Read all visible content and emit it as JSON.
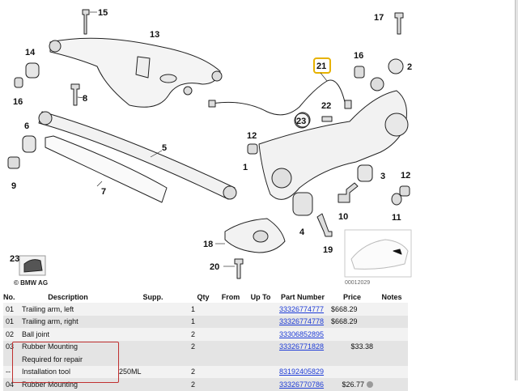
{
  "diagram": {
    "callouts": [
      "15",
      "13",
      "14",
      "16",
      "8",
      "6",
      "5",
      "7",
      "9",
      "17",
      "16",
      "2",
      "21",
      "22",
      "23",
      "12",
      "1",
      "3",
      "12",
      "10",
      "11",
      "4",
      "18",
      "19",
      "20",
      "23"
    ],
    "copyright": "© BMW AG",
    "figure_id": "00012029",
    "highlight_color": "#e7b200"
  },
  "table": {
    "headers": [
      "No.",
      "Description",
      "Supp.",
      "Qty",
      "From",
      "Up To",
      "Part Number",
      "Price",
      "Notes"
    ],
    "rows": [
      {
        "no": "01",
        "desc": "Trailing arm, left",
        "supp": "",
        "qty": "1",
        "from": "",
        "upto": "",
        "part": "33326774777",
        "price": "$668.29",
        "notes": ""
      },
      {
        "no": "01",
        "desc": "Trailing arm, right",
        "supp": "",
        "qty": "1",
        "from": "",
        "upto": "",
        "part": "33326774778",
        "price": "$668.29",
        "notes": ""
      },
      {
        "no": "02",
        "desc": "Ball joint",
        "supp": "",
        "qty": "2",
        "from": "",
        "upto": "",
        "part": "33306852895",
        "price": "",
        "notes": ""
      },
      {
        "no": "03",
        "desc": "Rubber Mounting",
        "supp": "",
        "qty": "2",
        "from": "",
        "upto": "",
        "part": "33326771828",
        "price": "$33.38",
        "notes": ""
      },
      {
        "no": "",
        "desc": "Required for repair",
        "supp": "",
        "qty": "",
        "from": "",
        "upto": "",
        "part": "",
        "price": "",
        "notes": ""
      },
      {
        "no": "--",
        "desc": "Installation tool",
        "supp": "250ML",
        "qty": "2",
        "from": "",
        "upto": "",
        "part": "83192405829",
        "price": "",
        "notes": ""
      },
      {
        "no": "04",
        "desc": "Rubber Mounting",
        "supp": "",
        "qty": "2",
        "from": "",
        "upto": "",
        "part": "33326770786",
        "price": "$26.77",
        "notes": ""
      }
    ]
  },
  "colors": {
    "link": "#1d3bd6",
    "row_light": "#f2f2f2",
    "row_dark": "#e4e4e4",
    "highlight_box": "#c03030"
  },
  "icons": [
    "cart-icon"
  ]
}
